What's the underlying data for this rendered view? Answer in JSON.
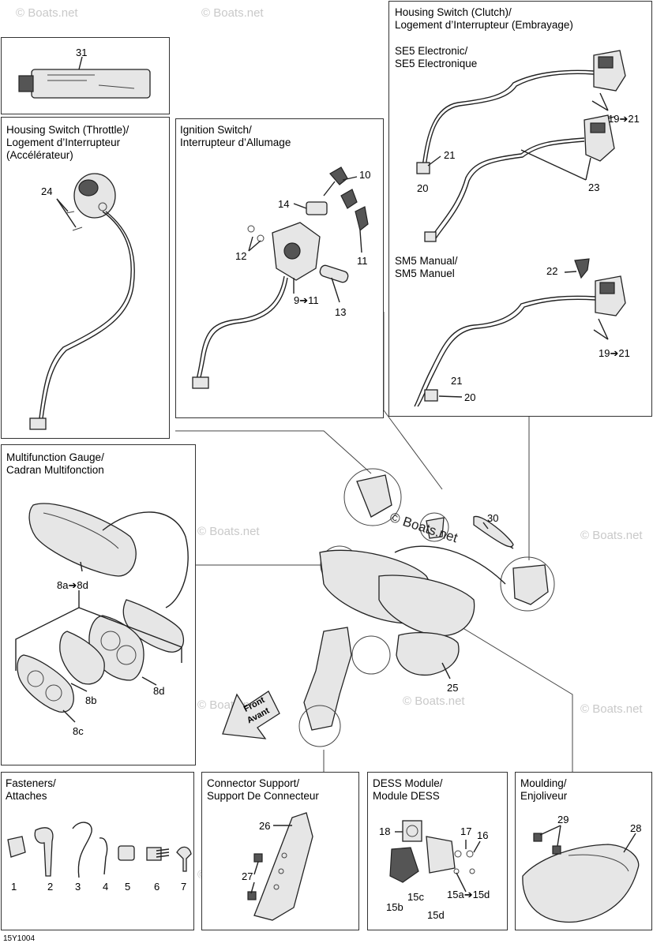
{
  "watermark": "© Boats.net",
  "doc_code": "15Y1004",
  "center_watermark": "© Boats.net",
  "front_arrow": {
    "en": "Front",
    "fr": "Avant"
  },
  "panels": {
    "grease": {
      "callouts": [
        "31"
      ]
    },
    "throttle": {
      "title": "Housing Switch (Throttle)/\nLogement d’Interrupteur\n(Accélérateur)",
      "callouts": [
        "24"
      ]
    },
    "ignition": {
      "title": "Ignition Switch/\nInterrupteur d’Allumage",
      "callouts": [
        "10",
        "14",
        "12",
        "11",
        "9➔11",
        "13"
      ]
    },
    "clutch": {
      "title": "Housing Switch (Clutch)/\nLogement d’Interrupteur (Embrayage)"
    },
    "se5": {
      "title": "SE5 Electronic/\nSE5 Electronique",
      "callouts": [
        "19➔21",
        "21",
        "20",
        "23"
      ]
    },
    "sm5": {
      "title": "SM5 Manual/\nSM5 Manuel",
      "callouts": [
        "22",
        "19➔21",
        "21",
        "20"
      ]
    },
    "gauge": {
      "title": "Multifunction Gauge/\nCadran Multifonction",
      "callouts": [
        "8a➔8d",
        "8b",
        "8d",
        "8c"
      ]
    },
    "center": {
      "callouts": [
        "30",
        "25"
      ]
    },
    "fasteners": {
      "title": "Fasteners/\nAttaches",
      "callouts": [
        "1",
        "2",
        "3",
        "4",
        "5",
        "6",
        "7"
      ]
    },
    "connector": {
      "title": "Connector Support/\nSupport De Connecteur",
      "callouts": [
        "26",
        "27"
      ]
    },
    "dess": {
      "title": "DESS Module/\nModule DESS",
      "callouts": [
        "18",
        "17",
        "16",
        "15c",
        "15a➔15d",
        "15b",
        "15d"
      ]
    },
    "moulding": {
      "title": "Moulding/\nEnjoliveur",
      "callouts": [
        "29",
        "28"
      ]
    }
  }
}
